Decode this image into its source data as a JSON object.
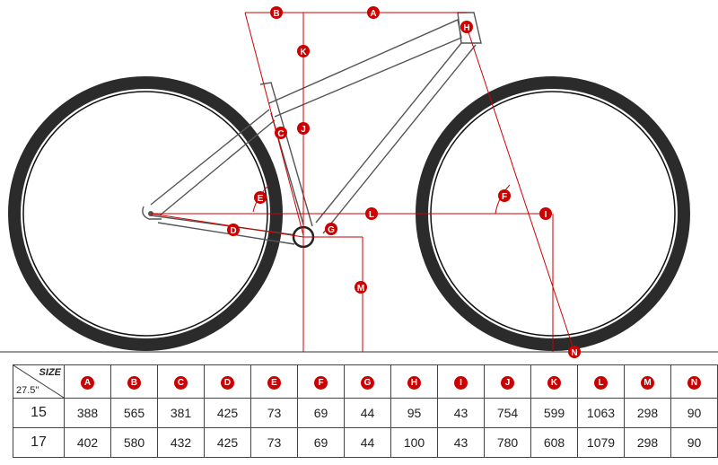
{
  "dimension_letters": [
    "A",
    "B",
    "C",
    "D",
    "E",
    "F",
    "G",
    "H",
    "I",
    "J",
    "K",
    "L",
    "M",
    "N"
  ],
  "table": {
    "size_label": "SIZE",
    "wheel_label": "27.5\"",
    "rows": [
      {
        "size": "15",
        "values": [
          "388",
          "565",
          "381",
          "425",
          "73",
          "69",
          "44",
          "95",
          "43",
          "754",
          "599",
          "1063",
          "298",
          "90"
        ]
      },
      {
        "size": "17",
        "values": [
          "402",
          "580",
          "432",
          "425",
          "73",
          "69",
          "44",
          "100",
          "43",
          "780",
          "608",
          "1079",
          "298",
          "90"
        ]
      }
    ]
  },
  "colors": {
    "accent": "#cc0000",
    "tire": "#2b2b2b",
    "frame": "#555555"
  }
}
